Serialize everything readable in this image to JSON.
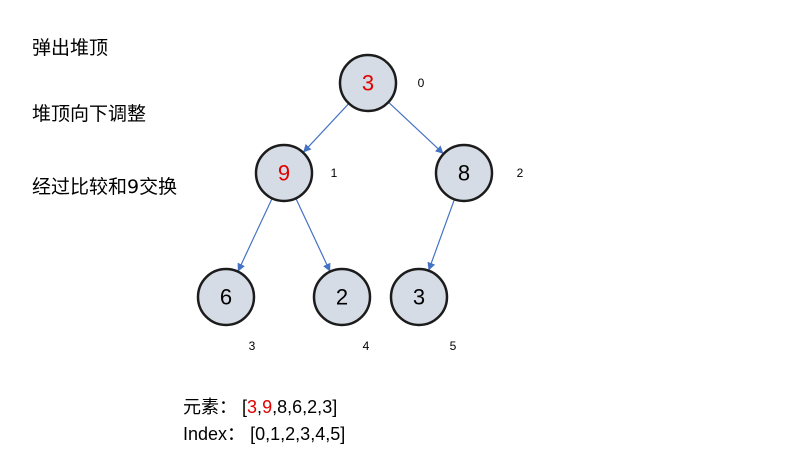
{
  "steps": [
    "弹出堆顶",
    "堆顶向下调整",
    "经过比较和9交换"
  ],
  "colors": {
    "highlight": "#e00000",
    "node_fill": "#d6dce5",
    "edge": "#4472c4"
  },
  "tree": {
    "nodes": [
      {
        "value": "3",
        "index": "0",
        "highlight": true
      },
      {
        "value": "9",
        "index": "1",
        "highlight": true
      },
      {
        "value": "8",
        "index": "2",
        "highlight": false
      },
      {
        "value": "6",
        "index": "3",
        "highlight": false
      },
      {
        "value": "2",
        "index": "4",
        "highlight": false
      },
      {
        "value": "3",
        "index": "5",
        "highlight": false
      }
    ],
    "edges": [
      [
        0,
        1
      ],
      [
        0,
        2
      ],
      [
        1,
        3
      ],
      [
        1,
        4
      ],
      [
        2,
        5
      ]
    ]
  },
  "array": {
    "elements_label": "元素：",
    "elements": [
      "3",
      "9",
      "8",
      "6",
      "2",
      "3"
    ],
    "elements_highlight": [
      0,
      1
    ],
    "index_label": "Index：",
    "indices": [
      "0",
      "1",
      "2",
      "3",
      "4",
      "5"
    ]
  }
}
